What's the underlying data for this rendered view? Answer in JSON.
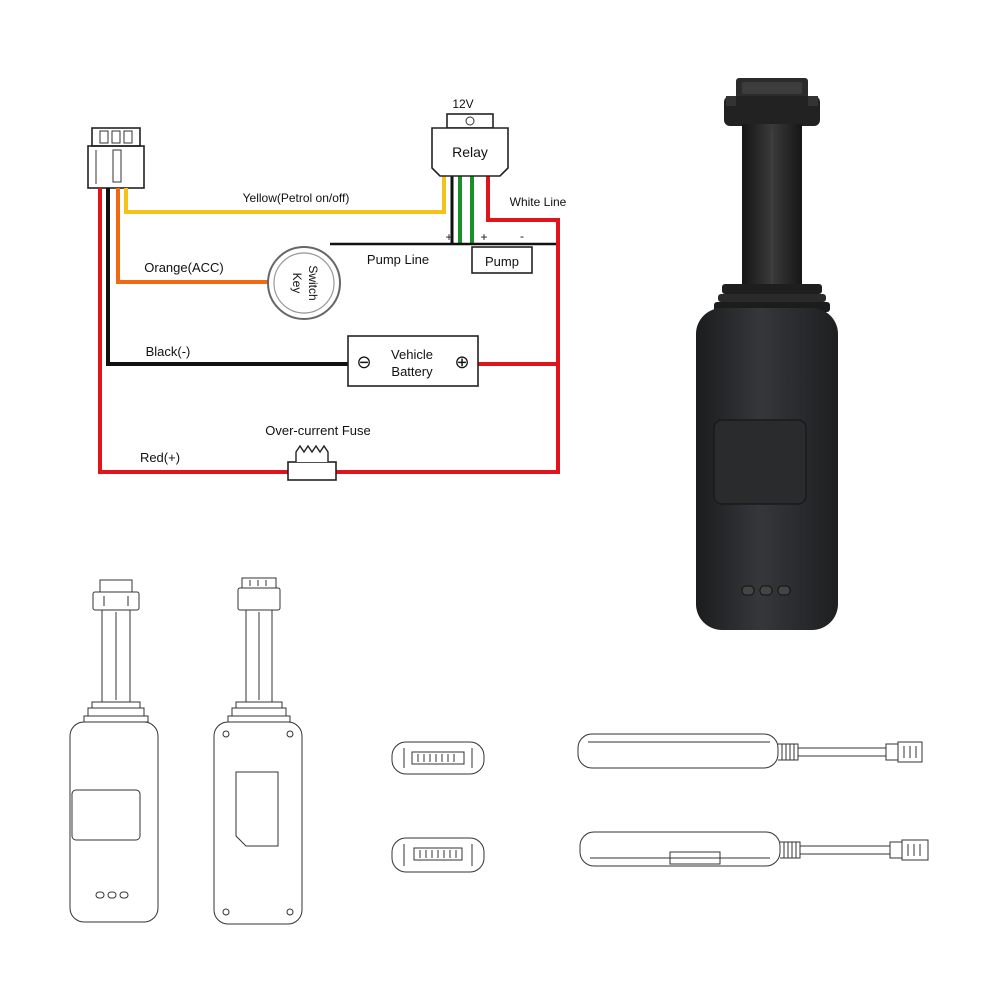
{
  "wiring": {
    "relay_voltage": "12V",
    "relay_label": "Relay",
    "yellow_label": "Yellow(Petrol on/off)",
    "white_label": "White Line",
    "pump_line_label": "Pump Line",
    "pump_label": "Pump",
    "plus_1": "+",
    "plus_2": "+",
    "minus_1": "-",
    "orange_label": "Orange(ACC)",
    "switch_label_1": "Switch",
    "switch_label_2": "Key",
    "black_label": "Black(-)",
    "battery_line_1": "Vehicle",
    "battery_line_2": "Battery",
    "battery_minus": "⊖",
    "battery_plus": "⊕",
    "fuse_label": "Over-current Fuse",
    "red_label": "Red(+)"
  },
  "colors": {
    "yellow_wire": "#f5c21b",
    "orange_wire": "#f06a12",
    "black_wire": "#111111",
    "red_wire": "#e0141c",
    "green_wire": "#1a8f2a",
    "device_body": "#2a2c2e"
  },
  "views": {
    "photo": "device-photo",
    "front_outline": "front-view-drawing",
    "back_outline": "back-view-drawing",
    "top_end": "end-view-top",
    "bottom_end": "end-view-bottom",
    "side_top": "side-view-top",
    "side_bottom": "side-view-bottom"
  }
}
